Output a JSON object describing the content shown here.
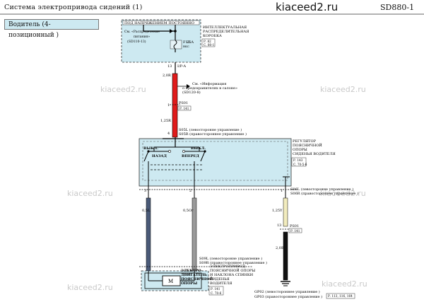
{
  "header": {
    "title": "Система   электропривода     сидений  (1)",
    "site": "kiaceed2.ru",
    "code": "SD880-1"
  },
  "variant_label": "Водитель   (4- позиционный    )",
  "watermark": "kiaceed2.ru",
  "fuse_box": {
    "banner": "ПОД НАПРЯЖЕНИЕМ ПОСТОЯННО",
    "ref_line1": "См. «Распределение",
    "ref_line2": "питания»",
    "ref_line3": "(SD110-13)",
    "fuse_name": "F13",
    "fuse_amp": "25A",
    "fuse_tag": "ВКС",
    "name_line1": "ИНТЕЛЛЕКТУАЛЬНАЯ",
    "name_line2": "РАСПРЕДЕЛИТЕЛЬНАЯ",
    "name_line3": "КОРОБКА",
    "page_ref1": "Р. 82",
    "page_ref2": "С. 80-1",
    "pin": "13",
    "pin_conn": "I/P-A"
  },
  "wire_top": {
    "gauge_a": "2,0R",
    "gauge_b": "1,25R",
    "ref_line1": "См. «Информация",
    "ref_line2": "о предохранителях    в салоне»",
    "ref_line3": "(SD120-8)",
    "conn_pin": "1",
    "conn_name": "PS01",
    "conn_ref": "Р. 141"
  },
  "regulator": {
    "pin_top": "4",
    "conn_top1": "S05L  (левосторонне   управление    )",
    "conn_top2": "S05R  (правостороннее     управление    )",
    "sw_left_off": "ВЫКЛ.",
    "sw_right_off": "ВЫКЛ.",
    "sw_back": "НАЗАД",
    "sw_fwd": "ВПЕРЕД",
    "name_line1": "РЕГУЛЯТОР",
    "name_line2": "ПОЯСНИЧНОЙ",
    "name_line3": "ОПОРЫ",
    "name_line4": "СИДЕНЬЯ  ВОДИТЕЛЯ",
    "page_ref1": "Р. 143",
    "page_ref2": "С. 70-5-6",
    "pin_left": "3",
    "pin_mid": "2",
    "pin_right": "1",
    "conn_bot1": "S06L  (левосторонне   управление    )",
    "conn_bot2": "S06R  (правостороннее     управление    )"
  },
  "wires_low": {
    "left_gauge": "0,5L",
    "mid_gauge": "0,5Or",
    "right_gauge": "1,25Y",
    "right_pin": "13",
    "right_conn": "PS01",
    "right_ref": "Р. 141",
    "ground_gauge": "2,0B"
  },
  "motor": {
    "conn_line1": "S09L  (левосторонне   управление    )",
    "conn_line2": "S09R  (правостороннее     управление    )",
    "symbol": "M",
    "name_line1": "ЭЛЕКТРОПРИВОД",
    "name_line2": "ПОЯСНИЧНОЙ ОПОРЫ",
    "name_line3": "И НАКЛОНА  СПИНКИ",
    "name_line4": "СИДЕНЬЯ",
    "name_line5": "ВОДИТЕЛЯ",
    "page_ref1": "Р. 141",
    "page_ref2": "С. 70-6",
    "overlap_label1": "ЭЛЕКТРО-",
    "overlap_label2": "ДВИГАТЕЛЬ",
    "overlap_label3": "ПОЯСНИЧНОЙ",
    "overlap_label4": "ОПОРЫ"
  },
  "ground": {
    "gp_line1": "GP02  (левостороннее     управление     )",
    "gp_line2": "GP03  (правостороннее     управление     )",
    "gp_ref": "Р. 113, 116, 164"
  },
  "colors": {
    "wire_red": "#e01b1b",
    "wire_blue": "#4a5a78",
    "wire_gray": "#9a9a9a",
    "wire_yellow": "#f2ecbe",
    "wire_black": "#111111",
    "box_fill": "#cde9f1",
    "watermark": "#c9c9c9"
  },
  "icons": [
    "fuse-icon",
    "switch-icon",
    "motor-icon",
    "ground-icon"
  ]
}
